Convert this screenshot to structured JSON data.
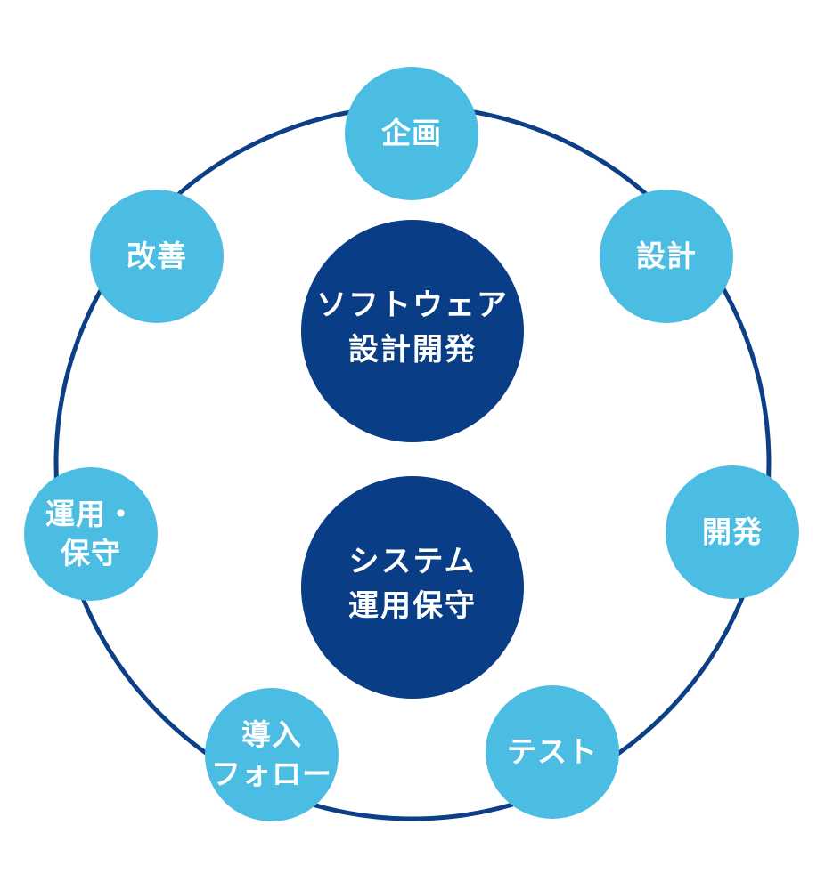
{
  "colors": {
    "ring": "#0d3f87",
    "stage": "#4bbde3",
    "center": "#093d86",
    "text": "#ffffff"
  },
  "center": {
    "top": "ソフトウェア\n設計開発",
    "bottom": "システム\n運用保守"
  },
  "stages": [
    {
      "label": "企画"
    },
    {
      "label": "設計"
    },
    {
      "label": "開発"
    },
    {
      "label": "テスト"
    },
    {
      "label": "導入\nフォロー"
    },
    {
      "label": "運用・\n保守"
    },
    {
      "label": "改善"
    }
  ]
}
